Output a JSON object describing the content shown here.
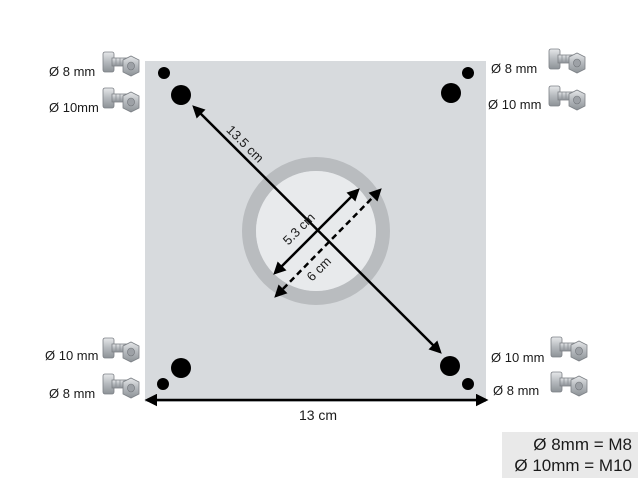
{
  "plate": {
    "color": "#d7dadd",
    "ring_color": "#b9bcbf",
    "ring_inner_color": "#e8eaec",
    "hole_color": "#000000"
  },
  "dimensions": {
    "diagonal": "13.5 cm",
    "inner_solid": "5.3 cm",
    "inner_dashed": "6 cm",
    "width": "13 cm"
  },
  "holes": {
    "top_left_small": "Ø 8 mm",
    "top_left_large": "Ø 10mm",
    "top_right_small": "Ø 8 mm",
    "top_right_large": "Ø 10 mm",
    "bottom_left_large": "Ø 10 mm",
    "bottom_left_small": "Ø 8 mm",
    "bottom_right_large": "Ø 10 mm",
    "bottom_right_small": "Ø 8 mm"
  },
  "legend": {
    "line1": "Ø 8mm = M8",
    "line2": "Ø 10mm = M10"
  },
  "icons": {
    "bolt": "bolt-nut-icon"
  }
}
